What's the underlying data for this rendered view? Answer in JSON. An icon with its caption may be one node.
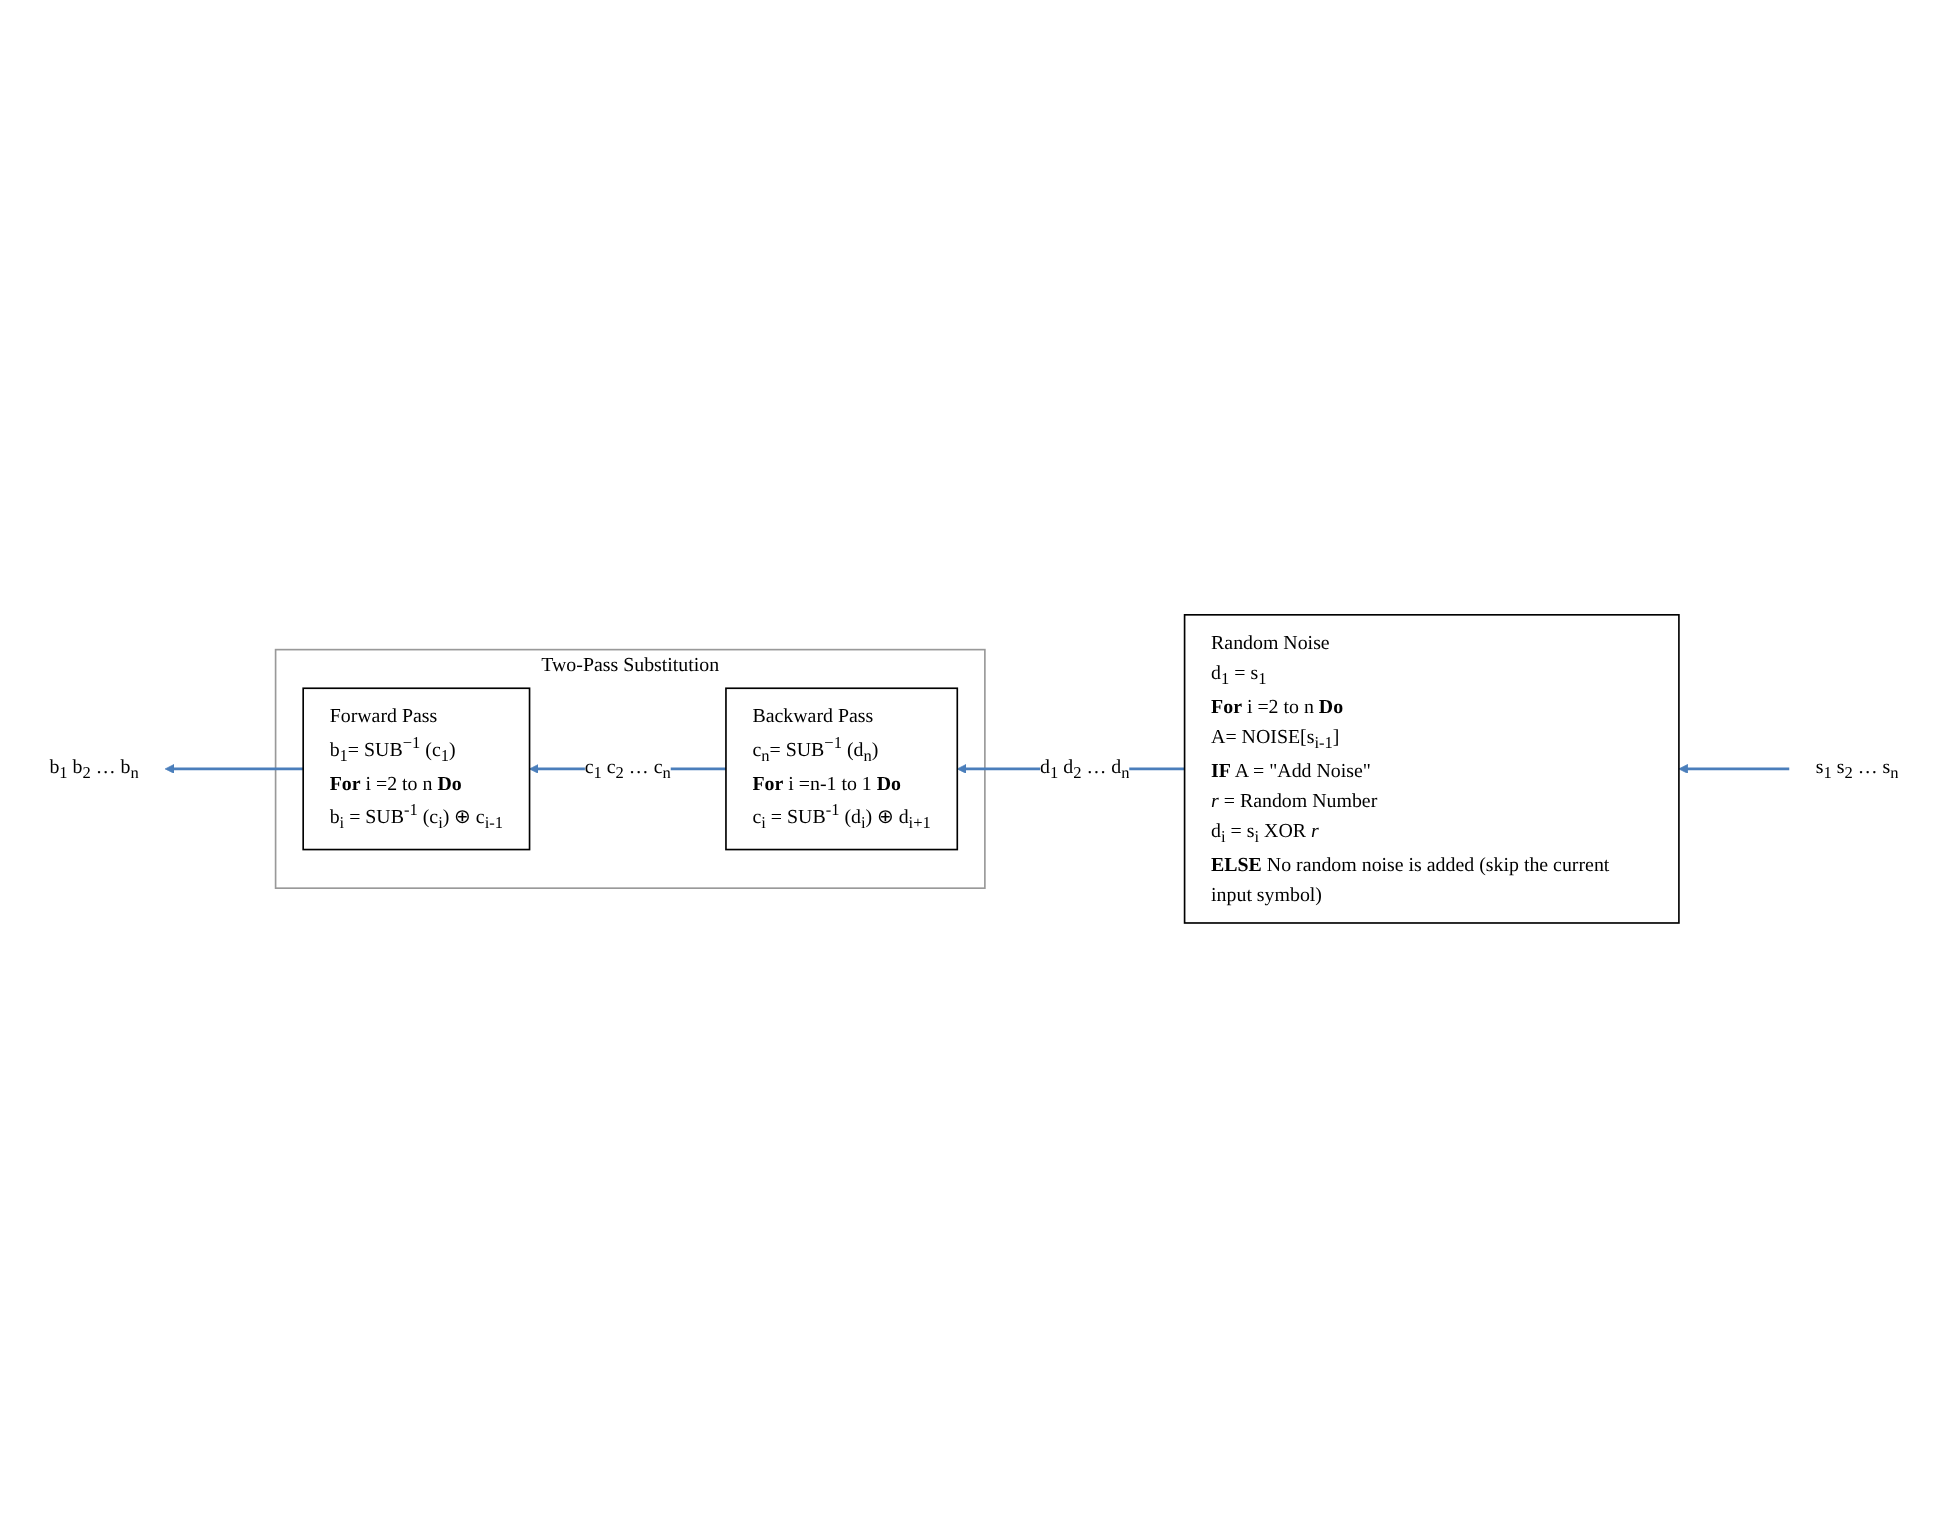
{
  "diagram": {
    "nodes": [
      {
        "text": [
          "b$_{1}$ b$_{2}$ … b$_{n}$"
        ]
      },
      {
        "text": [
          "Two-Pass Substitution"
        ]
      },
      {
        "text": [
          "Forward Pass",
          "b$_{1}$= SUB$^{−1}$ (c$_{1}$)",
          "**For** i =2 to n **Do**",
          "b$_{i}$ = SUB$^{-1}$ (c$_{i}$) ⊕ c$_{i-1}$"
        ],
        "in": 1
      },
      {
        "text": [
          "Backward Pass",
          "c$_{n}$= SUB$^{−1}$ (d$_{n}$)",
          "**For** i =n-1 to 1 **Do**",
          "c$_{i}$ = SUB$^{-1}$ (d$_{i}$) ⊕ d$_{i+1}$"
        ],
        "in": 1
      },
      {
        "text": [
          "Random Noise",
          "d$_{1}$ = s$_{1}$",
          "**For** i =2 to n **Do**",
          "A= NOISE[s$_{i-1}$]",
          "**IF** A = \"Add Noise\"",
          "*r* = Random Number",
          "d$_{i}$ = s$_{i}$ XOR *r*",
          "**ELSE** No random noise is added (skip the current input symbol)"
        ]
      },
      {
        "text": [
          "s$_{1}$ s$_{2}$ … s$_{n}$"
        ]
      }
    ],
    "edges": [
      {
        "from": 2,
        "to": 0,
        "arrow": "to"
      },
      {
        "from": 3,
        "to": 2,
        "arrow": "to",
        "label": "c$_{1}$ c$_{2}$ … c$_{n}$"
      },
      {
        "from": 4,
        "to": 3,
        "arrow": "to",
        "label": "d$_{1}$ d$_{2}$ … d$_{n}$"
      },
      {
        "from": 5,
        "to": 4,
        "arrow": "to"
      }
    ]
  }
}
